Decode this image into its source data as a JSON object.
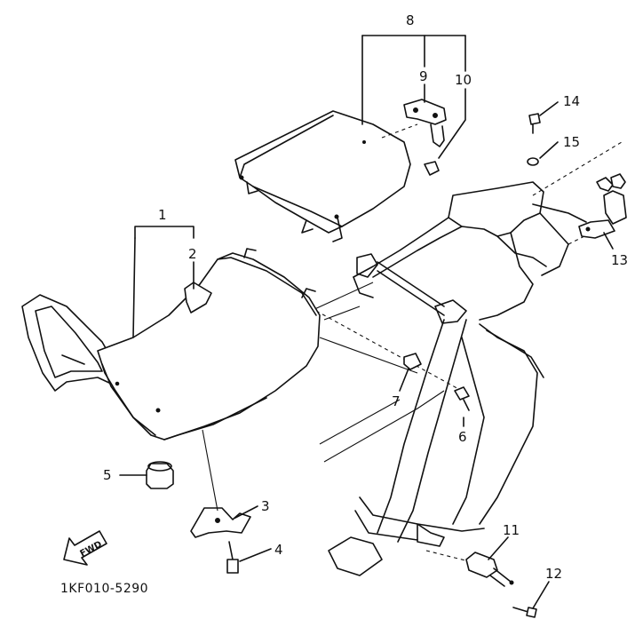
{
  "diagram": {
    "part_number": "1KF010-5290",
    "fwd_label": "FWD",
    "callouts": {
      "c1": "1",
      "c2": "2",
      "c3": "3",
      "c4": "4",
      "c5": "5",
      "c6": "6",
      "c7": "7",
      "c8": "8",
      "c9": "9",
      "c10": "10",
      "c11": "11",
      "c12": "12",
      "c13": "13",
      "c14": "14",
      "c15": "15"
    }
  }
}
